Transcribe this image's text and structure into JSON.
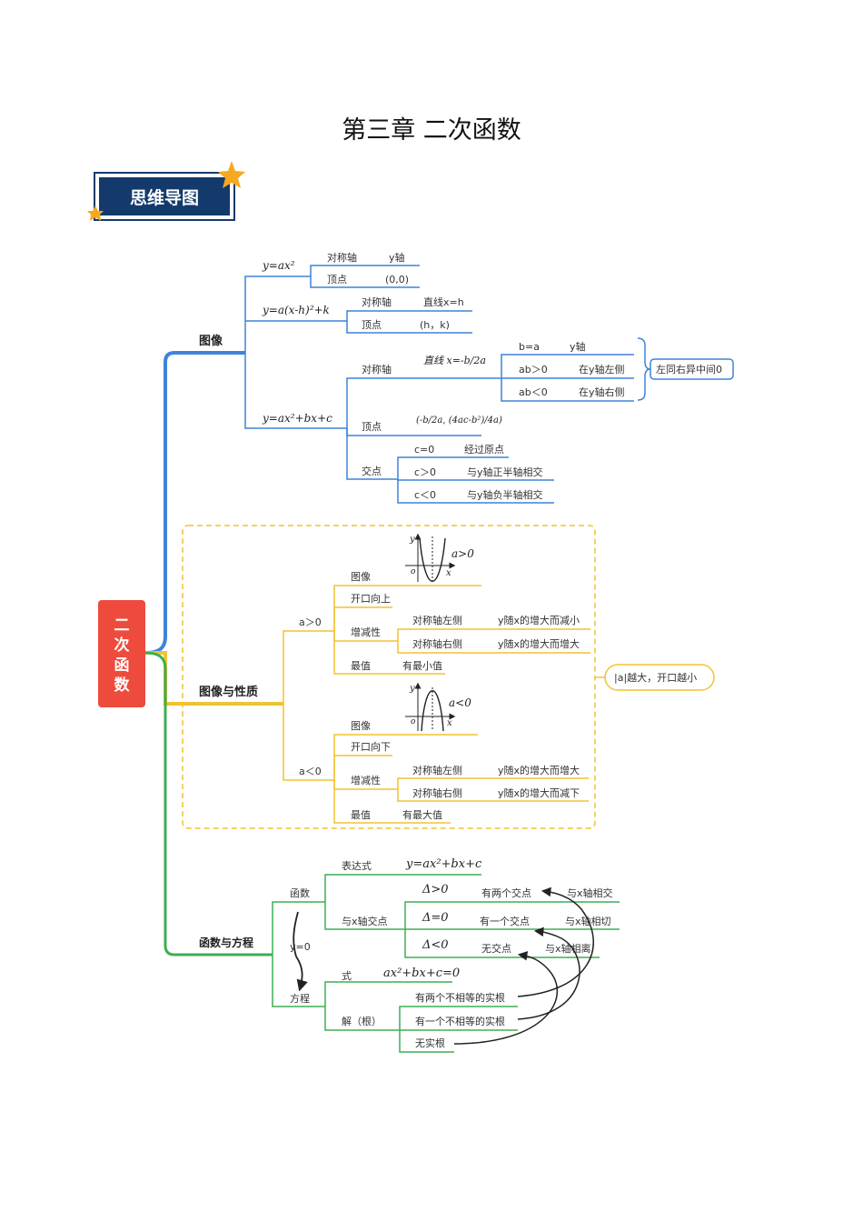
{
  "title": "第三章  二次函数",
  "badge": "思维导图",
  "root": "二次函数",
  "colors": {
    "blue": "#3d84d9",
    "yellow": "#f2c230",
    "green": "#3fae54",
    "red": "#ee4b3c",
    "navy": "#143a6b"
  },
  "graph": {
    "label": "图像",
    "f1": "y=ax²",
    "f1_axis": "对称轴",
    "f1_axis_v": "y轴",
    "f1_vertex": "顶点",
    "f1_vertex_v": "(0,0)",
    "f2": "y=a(x-h)²+k",
    "f2_axis": "对称轴",
    "f2_axis_v": "直线x=h",
    "f2_vertex": "顶点",
    "f2_vertex_v": "(h，k)",
    "f3": "y=ax²+bx+c",
    "f3_axis": "对称轴",
    "f3_axis_v": "直线 x=-b/2a",
    "c1": "b=a",
    "c1_v": "y轴",
    "c2": "ab＞0",
    "c2_v": "在y轴左侧",
    "c3": "ab＜0",
    "c3_v": "在y轴右侧",
    "rule": "左同右异中间0",
    "f3_vertex": "顶点",
    "f3_vertex_v": "(-b/2a, (4ac-b²)/4a)",
    "f3_cross": "交点",
    "x1": "c=0",
    "x1_v": "经过原点",
    "x2": "c＞0",
    "x2_v": "与y轴正半轴相交",
    "x3": "c＜0",
    "x3_v": "与y轴负半轴相交"
  },
  "props": {
    "label": "图像与性质",
    "pos": {
      "cond": "a＞0",
      "img": "图像",
      "plot_label": "a>0",
      "open": "开口向上",
      "mono": "增减性",
      "l": "对称轴左侧",
      "l_v": "y随x的增大而减小",
      "r": "对称轴右侧",
      "r_v": "y随x的增大而增大",
      "ext": "最值",
      "ext_v": "有最小值"
    },
    "neg": {
      "cond": "a＜0",
      "img": "图像",
      "plot_label": "a<0",
      "open": "开口向下",
      "mono": "增减性",
      "l": "对称轴左侧",
      "l_v": "y随x的增大而增大",
      "r": "对称轴右侧",
      "r_v": "y随x的增大而减下",
      "ext": "最值",
      "ext_v": "有最大值"
    },
    "note": "|a|越大，开口越小"
  },
  "eq": {
    "label": "函数与方程",
    "func": "函数",
    "expr": "表达式",
    "expr_v": "y=ax²+bx+c",
    "inter": "与x轴交点",
    "d1": "Δ>0",
    "d1_a": "有两个交点",
    "d1_b": "与x轴相交",
    "d2": "Δ=0",
    "d2_a": "有一个交点",
    "d2_b": "与x轴相切",
    "d3": "Δ<0",
    "d3_a": "无交点",
    "d3_b": "与x轴相离",
    "y0": "y=0",
    "equ": "方程",
    "form": "式",
    "form_v": "ax²+bx+c=0",
    "sol": "解（根）",
    "s1": "有两个不相等的实根",
    "s2": "有一个不相等的实根",
    "s3": "无实根"
  }
}
